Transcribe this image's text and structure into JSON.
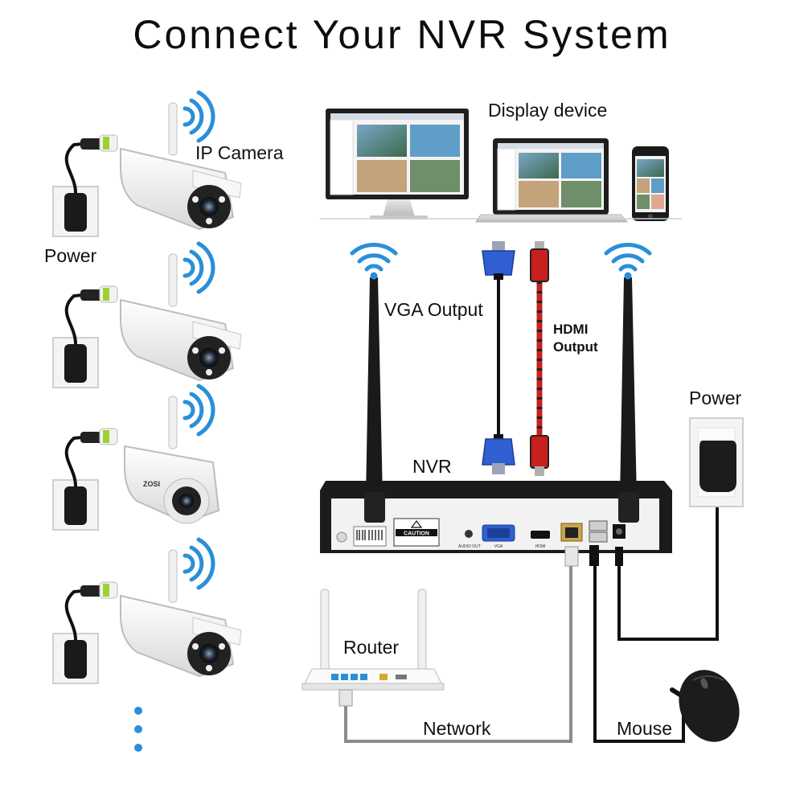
{
  "title": "Connect Your NVR System",
  "labels": {
    "ip_camera": "IP Camera",
    "power_left": "Power",
    "display_device": "Display device",
    "vga_output": "VGA Output",
    "hdmi_line1": "HDMI",
    "hdmi_line2": "Output",
    "nvr": "NVR",
    "power_right": "Power",
    "router": "Router",
    "network": "Network",
    "mouse": "Mouse"
  },
  "nvr_panel": {
    "caution": "CAUTION",
    "audio_out": "AUDIO OUT",
    "vga": "VGA",
    "hdmi": "HDMI",
    "brand": "ZOSI"
  },
  "colors": {
    "cable_gray": "#8c8c8c",
    "cable_black": "#111111",
    "wifi_blue": "#2a8fd8",
    "vga_blue": "#2f5fd0",
    "hdmi_red": "#c8201f",
    "nvr_body": "#1b1b1b",
    "nvr_face": "#f2f2f2"
  }
}
